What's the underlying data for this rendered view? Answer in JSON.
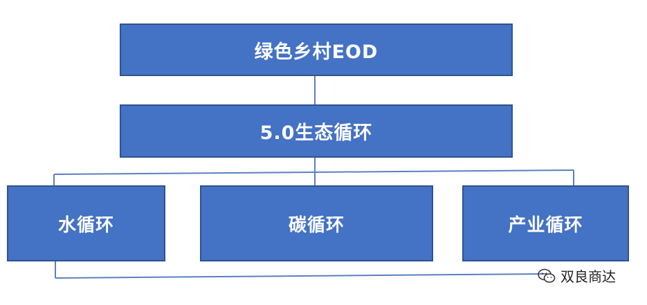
{
  "diagram": {
    "root": "绿色乡村EOD",
    "middle": "5.0生态循环",
    "children": [
      "水循环",
      "碳循环",
      "产业循环"
    ]
  },
  "watermark": {
    "text": "双良商达",
    "icon": "wechat-icon"
  },
  "colors": {
    "box_fill": "#4472c4",
    "box_border": "#2f528f",
    "connector": "#5b7fbf"
  }
}
